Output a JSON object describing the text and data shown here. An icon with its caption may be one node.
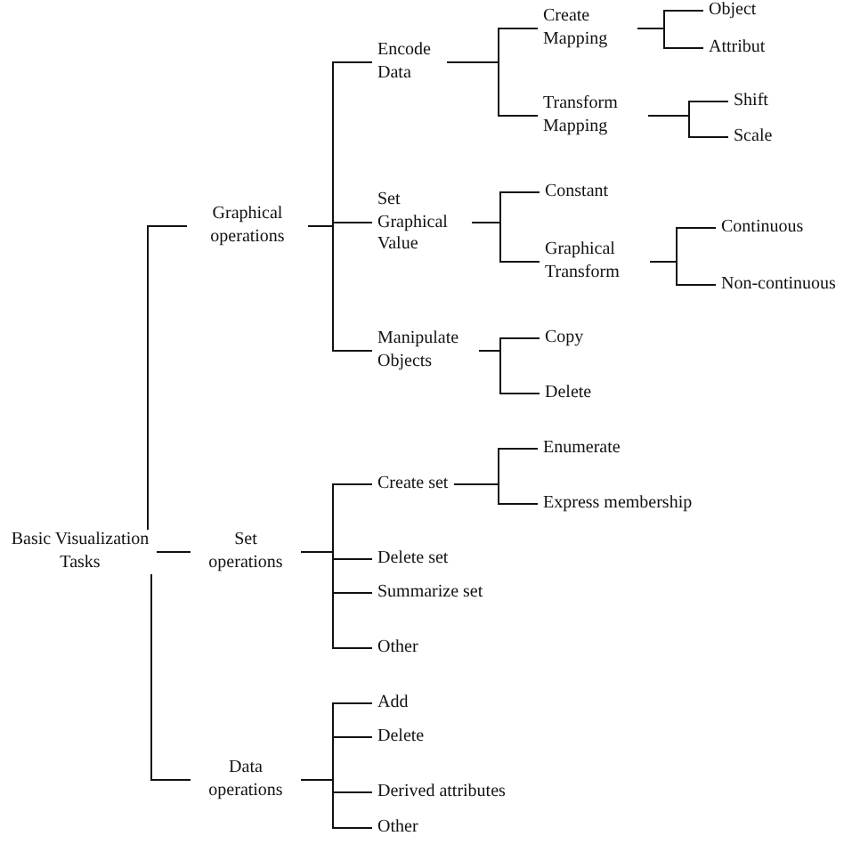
{
  "diagram": {
    "nodes": [
      {
        "text": [
          "Basic Visualization Tasks"
        ]
      },
      {
        "text": [
          "Graphical operations"
        ]
      },
      {
        "text": [
          "Set operations"
        ]
      },
      {
        "text": [
          "Data operations"
        ]
      },
      {
        "text": [
          "Encode Data"
        ]
      },
      {
        "text": [
          "Set Graphical Value"
        ]
      },
      {
        "text": [
          "Manipulate Objects"
        ]
      },
      {
        "text": [
          "Create Mapping"
        ]
      },
      {
        "text": [
          "Transform Mapping"
        ]
      },
      {
        "text": [
          "Object"
        ]
      },
      {
        "text": [
          "Attribut"
        ]
      },
      {
        "text": [
          "Shift"
        ]
      },
      {
        "text": [
          "Scale"
        ]
      },
      {
        "text": [
          "Constant"
        ]
      },
      {
        "text": [
          "Graphical Transform"
        ]
      },
      {
        "text": [
          "Continuous"
        ]
      },
      {
        "text": [
          "Non-continuous"
        ]
      },
      {
        "text": [
          "Copy"
        ]
      },
      {
        "text": [
          "Delete"
        ]
      },
      {
        "text": [
          "Create set"
        ]
      },
      {
        "text": [
          "Delete set"
        ]
      },
      {
        "text": [
          "Summarize set"
        ]
      },
      {
        "text": [
          "Other"
        ]
      },
      {
        "text": [
          "Enumerate"
        ]
      },
      {
        "text": [
          "Express membership"
        ]
      },
      {
        "text": [
          "Add"
        ]
      },
      {
        "text": [
          "Delete"
        ]
      },
      {
        "text": [
          "Derived attributes"
        ]
      },
      {
        "text": [
          "Other"
        ]
      }
    ],
    "edges": [
      {
        "from": 0,
        "to": 1,
        "arrow": "none"
      },
      {
        "from": 0,
        "to": 2,
        "arrow": "none"
      },
      {
        "from": 0,
        "to": 3,
        "arrow": "none"
      },
      {
        "from": 1,
        "to": 4,
        "arrow": "none"
      },
      {
        "from": 1,
        "to": 5,
        "arrow": "none"
      },
      {
        "from": 1,
        "to": 6,
        "arrow": "none"
      },
      {
        "from": 4,
        "to": 7,
        "arrow": "none"
      },
      {
        "from": 4,
        "to": 8,
        "arrow": "none"
      },
      {
        "from": 7,
        "to": 9,
        "arrow": "none"
      },
      {
        "from": 7,
        "to": 10,
        "arrow": "none"
      },
      {
        "from": 8,
        "to": 11,
        "arrow": "none"
      },
      {
        "from": 8,
        "to": 12,
        "arrow": "none"
      },
      {
        "from": 5,
        "to": 13,
        "arrow": "none"
      },
      {
        "from": 5,
        "to": 14,
        "arrow": "none"
      },
      {
        "from": 14,
        "to": 15,
        "arrow": "none"
      },
      {
        "from": 14,
        "to": 16,
        "arrow": "none"
      },
      {
        "from": 6,
        "to": 17,
        "arrow": "none"
      },
      {
        "from": 6,
        "to": 18,
        "arrow": "none"
      },
      {
        "from": 2,
        "to": 19,
        "arrow": "none"
      },
      {
        "from": 2,
        "to": 20,
        "arrow": "none"
      },
      {
        "from": 2,
        "to": 21,
        "arrow": "none"
      },
      {
        "from": 2,
        "to": 22,
        "arrow": "none"
      },
      {
        "from": 19,
        "to": 23,
        "arrow": "none"
      },
      {
        "from": 19,
        "to": 24,
        "arrow": "none"
      },
      {
        "from": 3,
        "to": 25,
        "arrow": "none"
      },
      {
        "from": 3,
        "to": 26,
        "arrow": "none"
      },
      {
        "from": 3,
        "to": 27,
        "arrow": "none"
      },
      {
        "from": 3,
        "to": 28,
        "arrow": "none"
      }
    ]
  }
}
